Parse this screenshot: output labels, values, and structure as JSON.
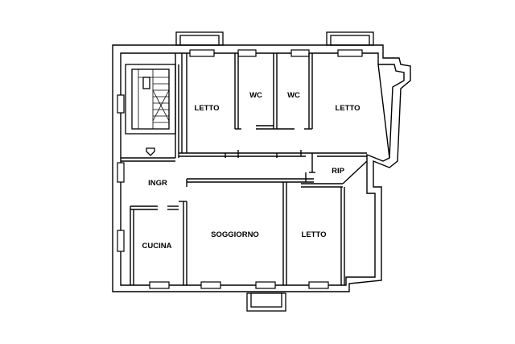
{
  "floorplan": {
    "rooms": [
      {
        "id": "letto-1",
        "label": "LETTO"
      },
      {
        "id": "wc-1",
        "label": "WC"
      },
      {
        "id": "wc-2",
        "label": "WC"
      },
      {
        "id": "letto-2",
        "label": "LETTO"
      },
      {
        "id": "rip",
        "label": "RIP"
      },
      {
        "id": "ingr",
        "label": "INGR"
      },
      {
        "id": "cucina",
        "label": "CUCINA"
      },
      {
        "id": "soggiorno",
        "label": "SOGGIORNO"
      },
      {
        "id": "letto-3",
        "label": "LETTO"
      }
    ],
    "colors": {
      "wall": "#000000",
      "background": "#ffffff"
    },
    "icons": [
      "stair-icon",
      "entrance-arrow-icon"
    ]
  }
}
